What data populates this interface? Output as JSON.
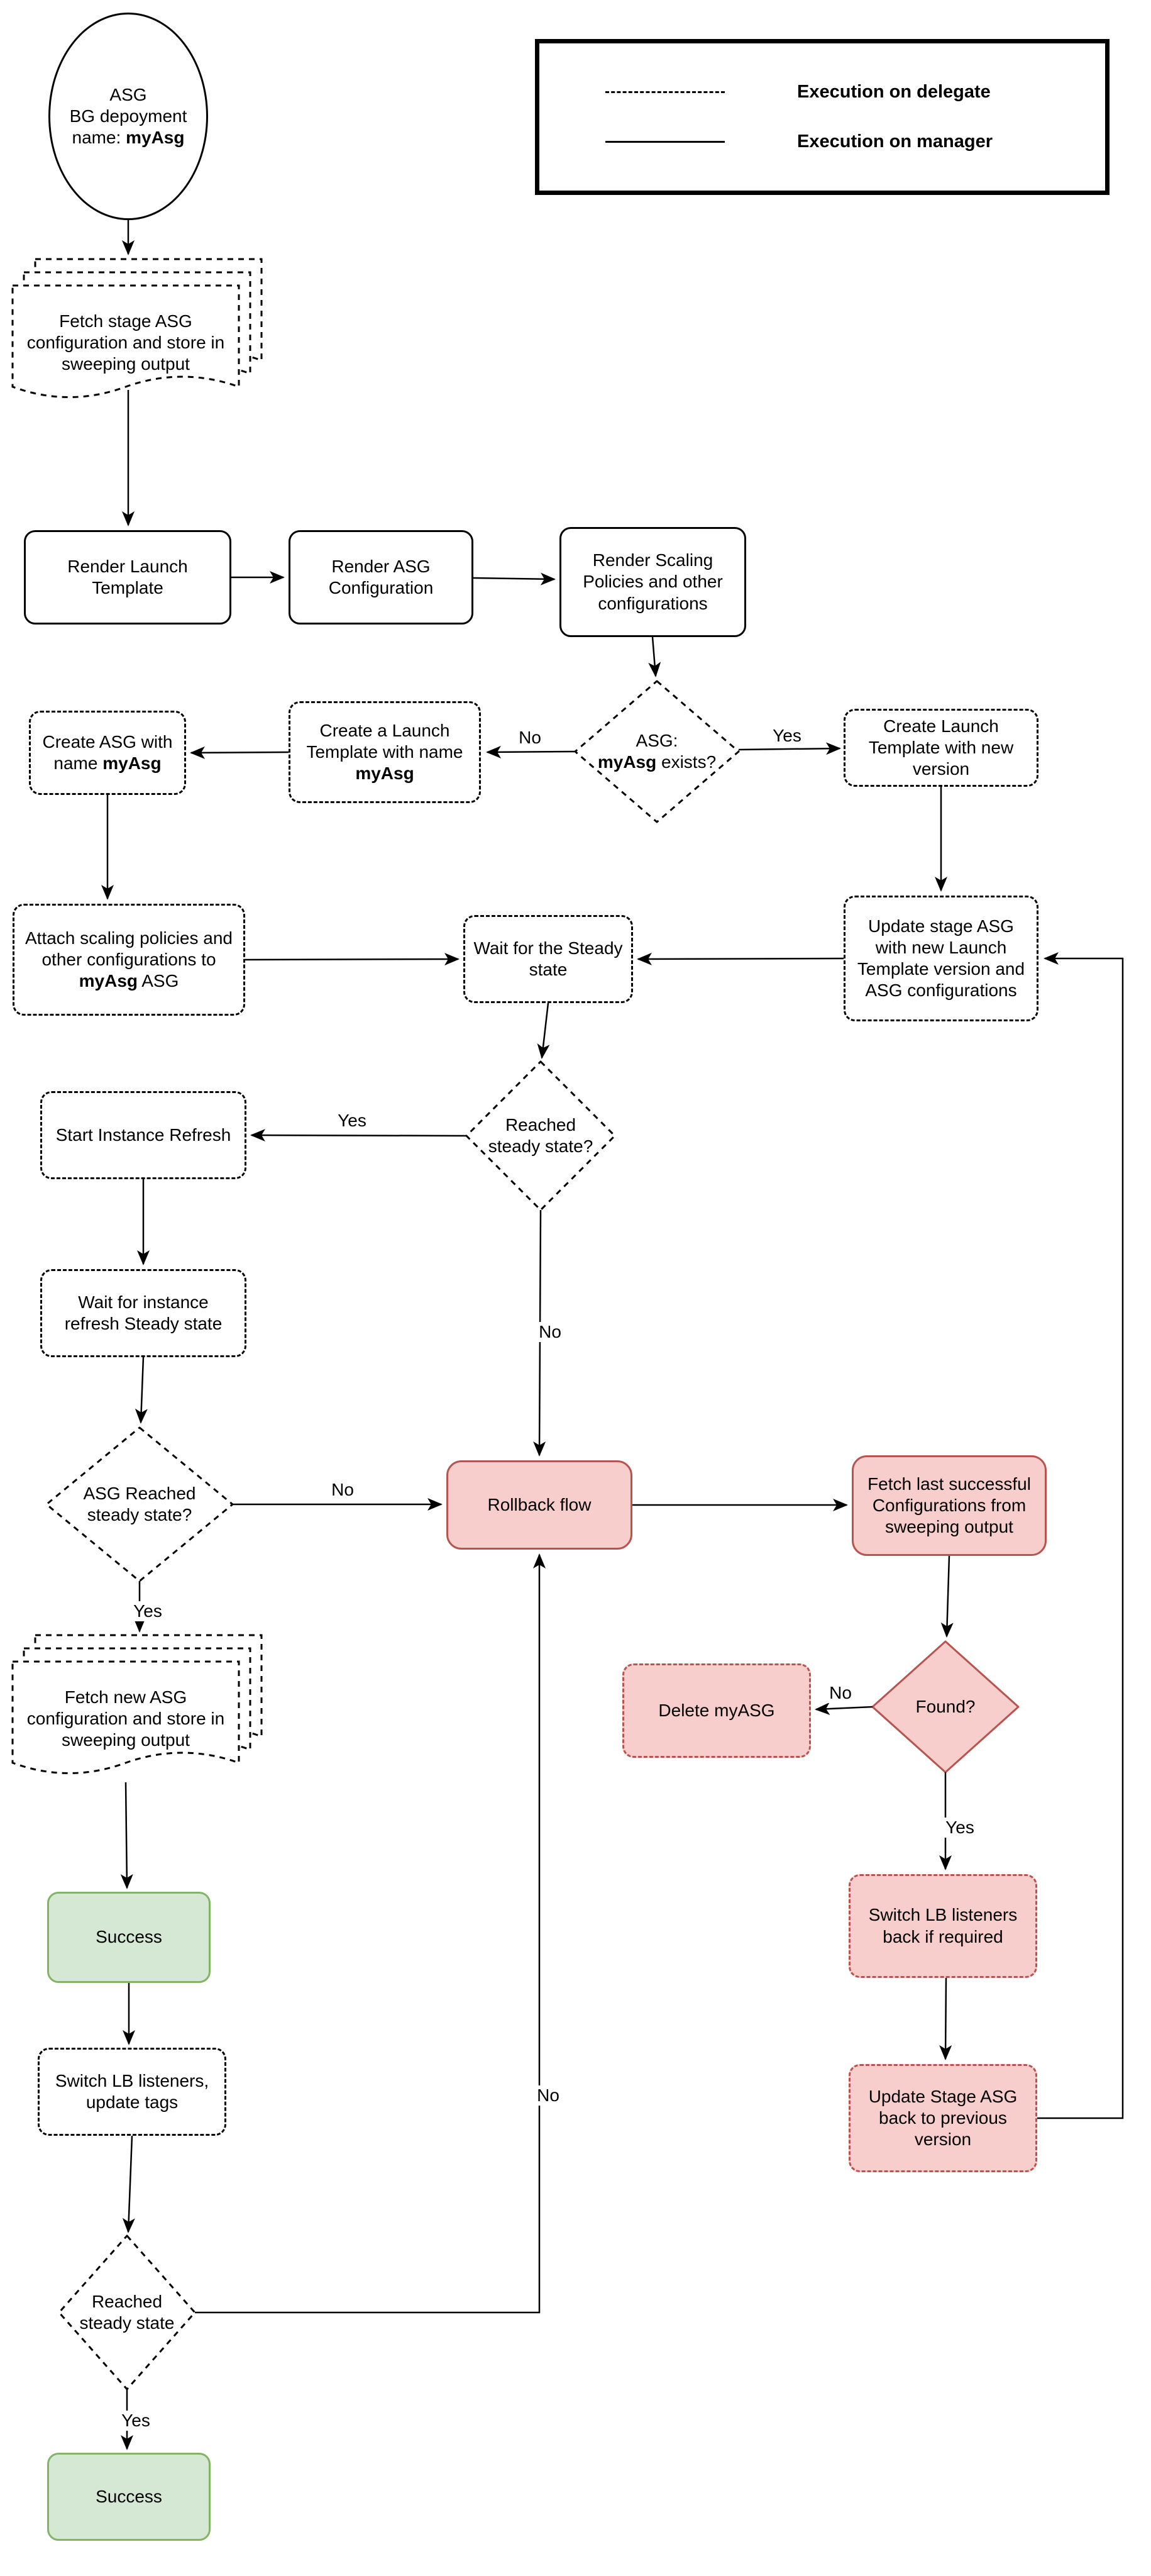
{
  "legend": {
    "items": [
      {
        "line_style": "dashed",
        "label": "Execution on delegate"
      },
      {
        "line_style": "solid",
        "label": "Execution on manager"
      }
    ]
  },
  "colors": {
    "pink_fill": "#f8cecc",
    "pink_border": "#b85450",
    "green_fill": "#d5e8d4",
    "green_border": "#82b366",
    "line": "#000000",
    "background": "#ffffff"
  },
  "nodes": {
    "start": {
      "line1": "ASG",
      "line2": "BG depoyment",
      "line3_prefix": "name: ",
      "line3_bold": "myAsg"
    },
    "fetch_stage_doc": {
      "label": "Fetch stage ASG configuration and store in sweeping output"
    },
    "render_launch": {
      "label": "Render Launch Template"
    },
    "render_asg": {
      "label": "Render ASG Configuration"
    },
    "render_scaling": {
      "label": "Render Scaling Policies and other configurations"
    },
    "asg_exists": {
      "line1": "ASG:",
      "line2_bold": "myAsg",
      "line2_suffix": " exists?"
    },
    "create_launch_template": {
      "prefix": "Create a Launch Template with name ",
      "bold": "myAsg"
    },
    "create_asg": {
      "prefix": "Create ASG with name ",
      "bold": "myAsg"
    },
    "create_lt_new_version": {
      "label": "Create Launch Template with new version"
    },
    "attach_policies": {
      "prefix": "Attach scaling policies and other configurations to ",
      "bold": "myAsg",
      "suffix": " ASG"
    },
    "wait_steady": {
      "label": "Wait for the Steady state"
    },
    "update_stage_asg": {
      "label": "Update stage ASG with new Launch Template version and ASG configurations"
    },
    "reached_steady_q": {
      "label": "Reached steady state?"
    },
    "start_instance_refresh": {
      "label": "Start Instance Refresh"
    },
    "wait_instance_refresh": {
      "label": "Wait for instance refresh Steady state"
    },
    "asg_reached_q": {
      "label": "ASG Reached steady state?"
    },
    "rollback": {
      "label": "Rollback flow"
    },
    "fetch_last_success": {
      "label": "Fetch last successful Configurations from sweeping output"
    },
    "found_q": {
      "label": "Found?"
    },
    "delete_myasg": {
      "label": "Delete myASG"
    },
    "fetch_new_doc": {
      "label": "Fetch new ASG configuration and store in sweeping output"
    },
    "success_mid": {
      "label": "Success"
    },
    "switch_lb_tags": {
      "label": "Switch LB listeners, update tags"
    },
    "switch_lb_back": {
      "label": "Switch LB listeners back if required"
    },
    "update_stage_back": {
      "label": "Update Stage ASG back to previous version"
    },
    "reached_steady_final": {
      "label": "Reached steady state"
    },
    "success_final": {
      "label": "Success"
    }
  },
  "edge_labels": {
    "asg_exists_no": "No",
    "asg_exists_yes": "Yes",
    "reached_steady_yes": "Yes",
    "reached_steady_no": "No",
    "asg_reached_no": "No",
    "asg_reached_yes": "Yes",
    "found_no": "No",
    "found_yes": "Yes",
    "final_yes": "Yes",
    "final_no": "No"
  }
}
